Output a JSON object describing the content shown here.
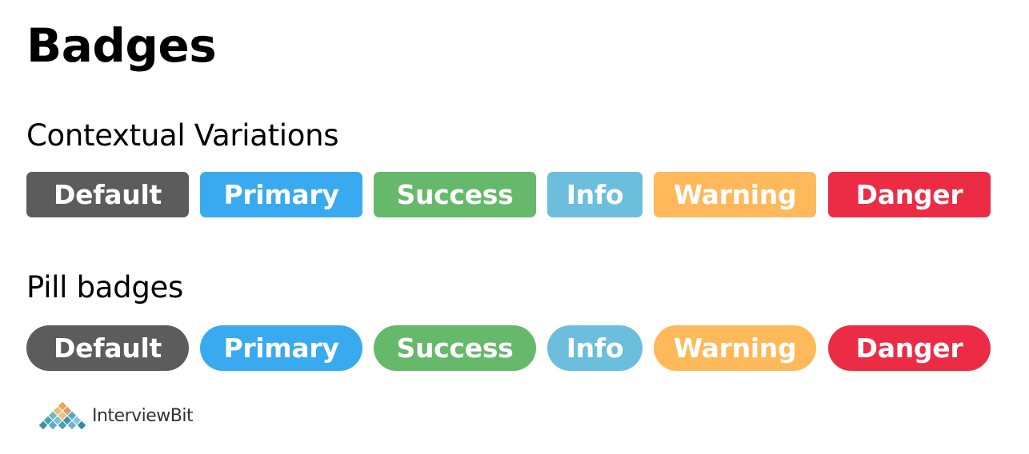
{
  "title": "Badges",
  "sections": {
    "contextual": {
      "heading": "Contextual Variations",
      "badges": [
        {
          "label": "Default",
          "color": "#5c5c5c"
        },
        {
          "label": "Primary",
          "color": "#3aaaf0"
        },
        {
          "label": "Success",
          "color": "#66b86a"
        },
        {
          "label": "Info",
          "color": "#6bbedc"
        },
        {
          "label": "Warning",
          "color": "#ffb95a"
        },
        {
          "label": "Danger",
          "color": "#ec2c45"
        }
      ]
    },
    "pill": {
      "heading": "Pill badges",
      "badges": [
        {
          "label": "Default",
          "color": "#5c5c5c"
        },
        {
          "label": "Primary",
          "color": "#3aaaf0"
        },
        {
          "label": "Success",
          "color": "#66b86a"
        },
        {
          "label": "Info",
          "color": "#6bbedc"
        },
        {
          "label": "Warning",
          "color": "#ffb95a"
        },
        {
          "label": "Danger",
          "color": "#ec2c45"
        }
      ]
    }
  },
  "logo": {
    "text": "InterviewBit",
    "icon": "diamond-lattice-icon"
  }
}
